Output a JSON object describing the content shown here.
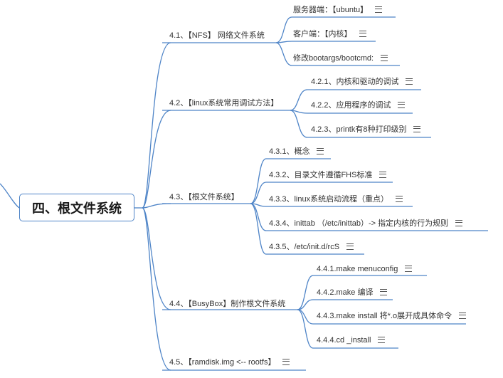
{
  "root": {
    "label": "四、根文件系统"
  },
  "branches": [
    {
      "label": "4.1、【NFS】 网络文件系统",
      "children": [
        "服务器端：【ubuntu】",
        "客户端：【内核】",
        "修改bootargs/bootcmd:"
      ]
    },
    {
      "label": "4.2、【linux系统常用调试方法】",
      "children": [
        "4.2.1、内核和驱动的调试",
        "4.2.2、应用程序的调试",
        "4.2.3、printk有8种打印级别"
      ]
    },
    {
      "label": "4.3、【根文件系统】",
      "children": [
        "4.3.1、概念",
        "4.3.2、目录文件遵循FHS标准",
        "4.3.3、linux系统启动流程（重点）",
        "4.3.4、inittab （/etc/inittab）-> 指定内核的行为规则",
        "4.3.5、/etc/init.d/rcS"
      ]
    },
    {
      "label": "4.4、【BusyBox】制作根文件系统",
      "children": [
        "4.4.1.make  menuconfig",
        "4.4.2.make   编译",
        "4.4.3.make install  将*.o展开成具体命令",
        "4.4.4.cd _install"
      ]
    },
    {
      "label": "4.5、【ramdisk.img <-- rootfs】",
      "children": []
    }
  ],
  "icons": {
    "note": "notes-icon"
  },
  "colors": {
    "line": "#4e84c7",
    "root_border": "#4e84c7"
  }
}
